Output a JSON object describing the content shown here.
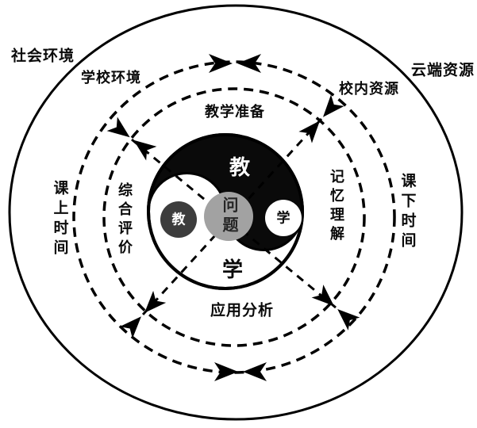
{
  "diagram": {
    "outer_labels": {
      "top_left": "社会环境",
      "top_right": "云端资源"
    },
    "ring_labels": {
      "top_left": "学校环境",
      "top_right": "校内资源",
      "left": "课上时间",
      "right": "课下时间"
    },
    "quadrant_labels": {
      "top": "教学准备",
      "right": "记忆理解",
      "bottom": "应用分析",
      "left": "综合评价"
    },
    "taiji": {
      "black_region_label": "教",
      "white_region_label": "学",
      "left_dot_label": "教",
      "right_dot_label": "学",
      "center_label": "问题"
    },
    "icons": {
      "converging_arrows": "▶◀"
    },
    "colors": {
      "line": "#000000",
      "background": "#ffffff",
      "black_region": "#0a0a0a",
      "center_circle": "#a2a2a2",
      "left_dot": "#3d3d3d",
      "center_text": "#262626"
    }
  }
}
